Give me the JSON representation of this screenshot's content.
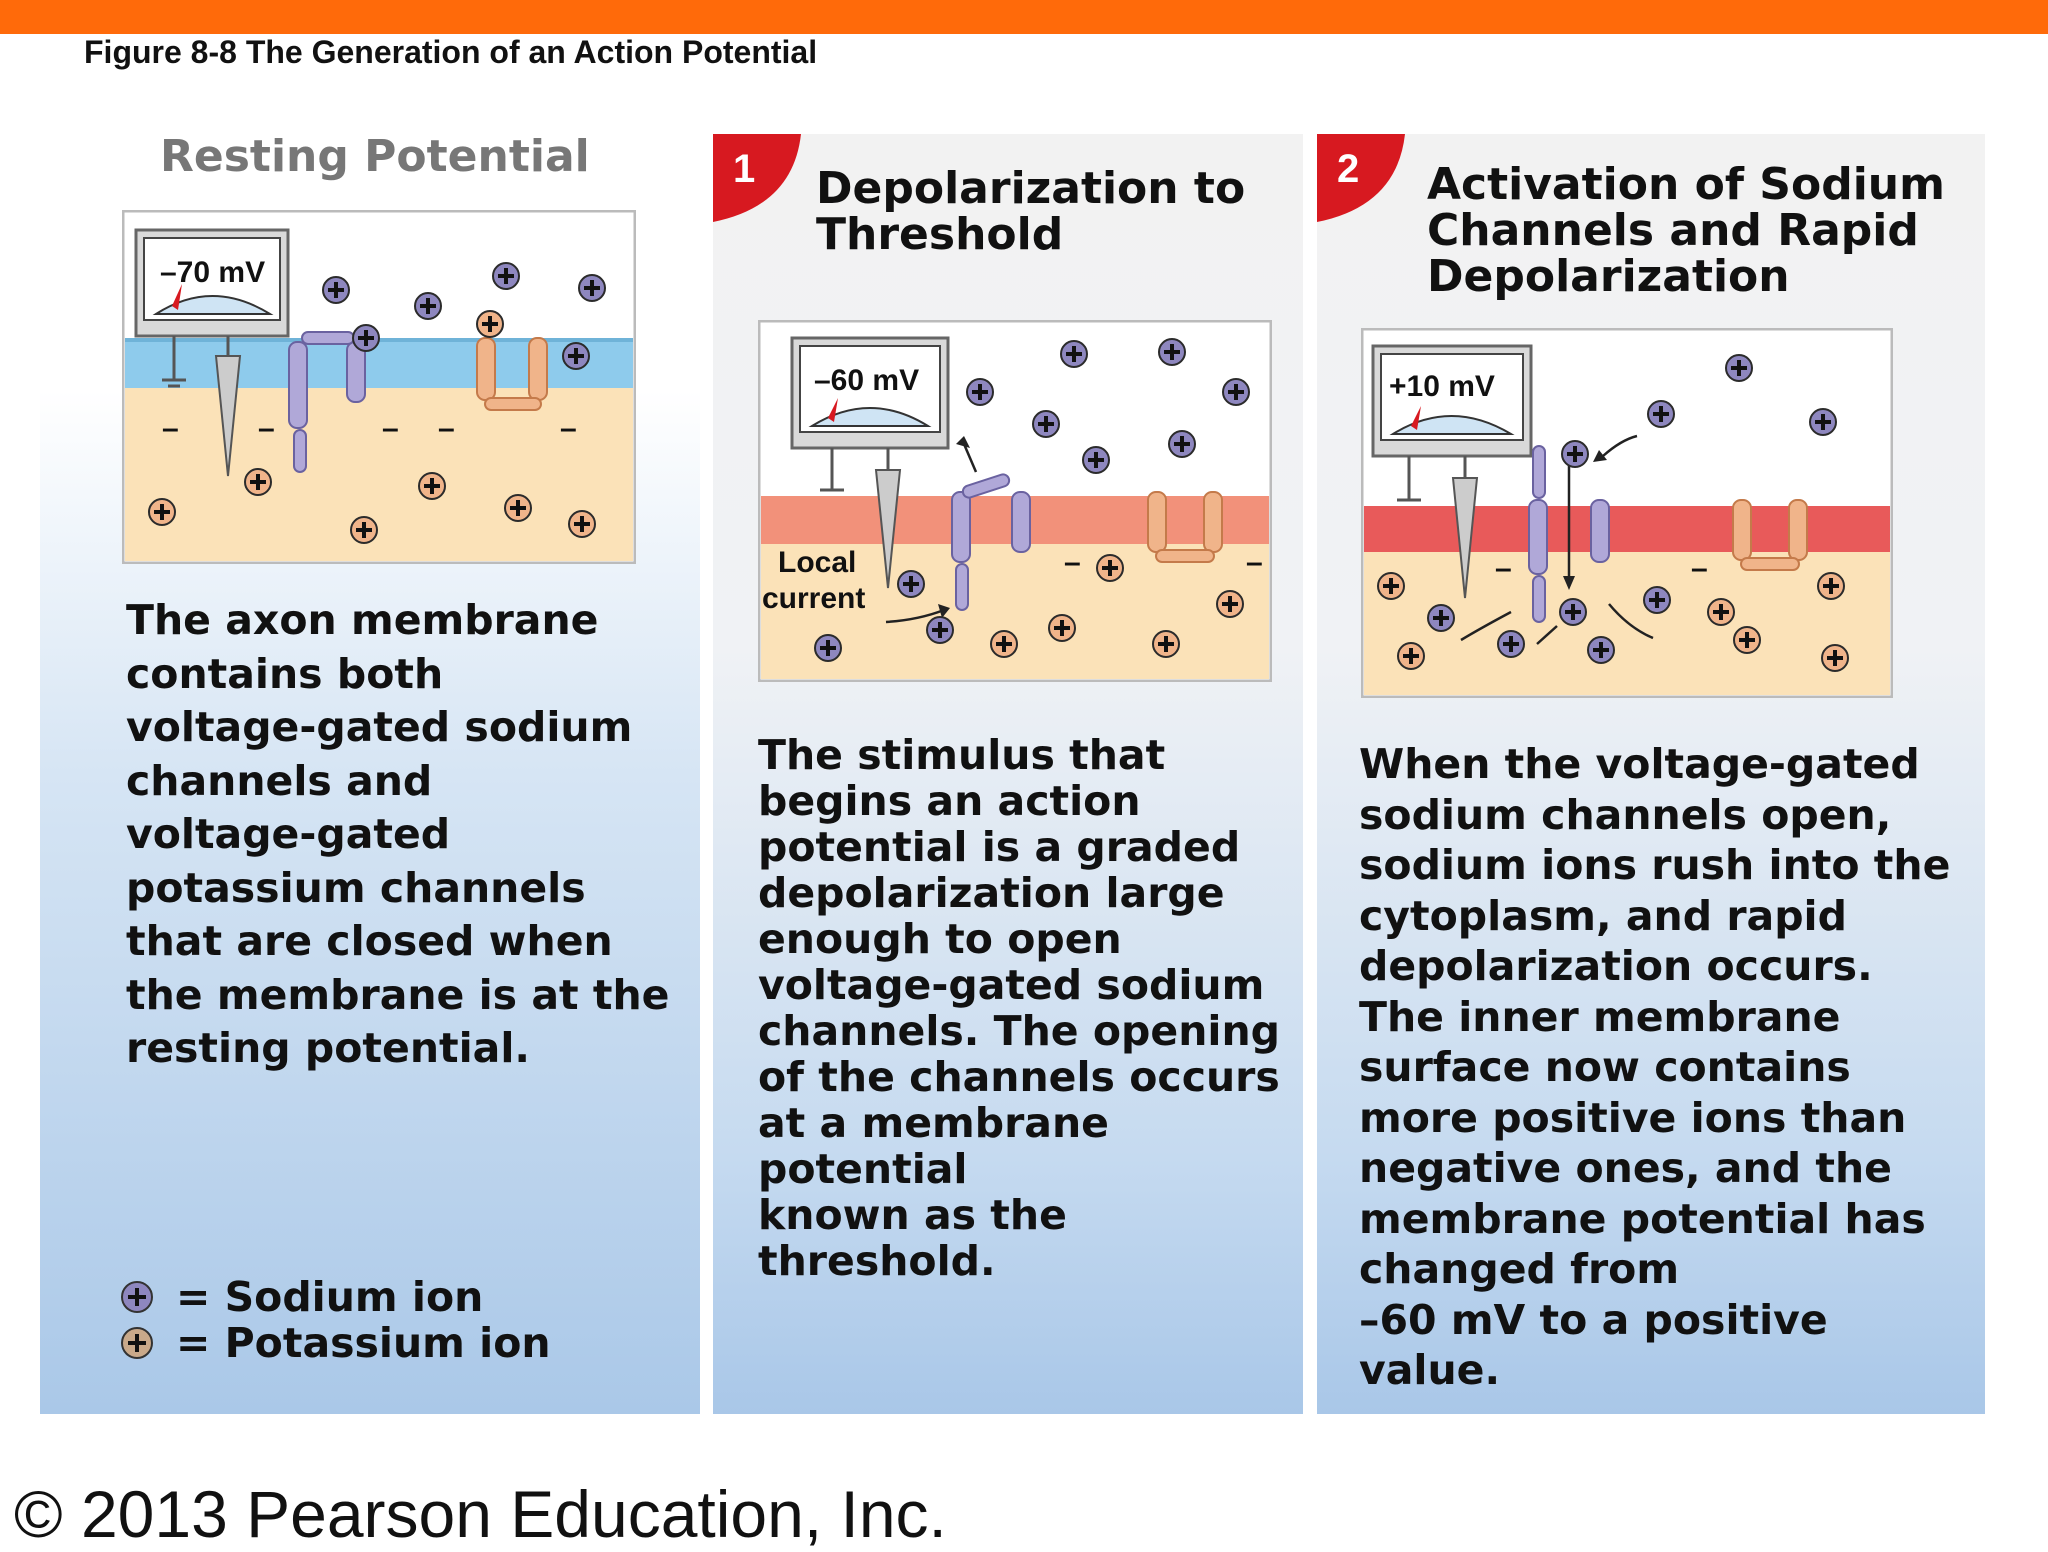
{
  "figure_caption": "Figure 8-8  The Generation of an Action Potential",
  "colors": {
    "top_bar": "#ff6a0a",
    "step_badge": "#d71920",
    "sodium_ion": "#8e87bf",
    "potassium_ion": "#f0b48a",
    "resting_membrane": "#8ecbec",
    "depolarized_membrane": "#f2917a",
    "activated_membrane": "#e85a5a",
    "cytoplasm": "#fbe2b8"
  },
  "panels": [
    {
      "title": "Resting Potential",
      "voltmeter": "–70 mV",
      "text": "The axon membrane\ncontains both\nvoltage-gated sodium\nchannels and\nvoltage-gated\npotassium channels\nthat are closed when\nthe membrane is at the\nresting potential."
    },
    {
      "step": "1",
      "title": "Depolarization to\nThreshold",
      "voltmeter": "–60 mV",
      "local_current_label": "Local\ncurrent",
      "text": "The stimulus that\nbegins an action\npotential is a graded\ndepolarization large\nenough to open\nvoltage-gated sodium\nchannels. The opening\nof the channels occurs\nat a membrane potential\nknown as the threshold."
    },
    {
      "step": "2",
      "title": "Activation of Sodium\nChannels and Rapid\nDepolarization",
      "voltmeter": "+10 mV",
      "text": "When the voltage-gated\nsodium channels open,\nsodium ions rush into the\ncytoplasm, and rapid\ndepolarization occurs.\nThe inner membrane\nsurface now contains\nmore positive ions than\nnegative ones, and the\nmembrane potential has\nchanged from\n–60 mV to a positive\nvalue."
    }
  ],
  "legend": {
    "sodium": "= Sodium ion",
    "potassium": "= Potassium ion"
  },
  "copyright": "© 2013 Pearson Education, Inc."
}
